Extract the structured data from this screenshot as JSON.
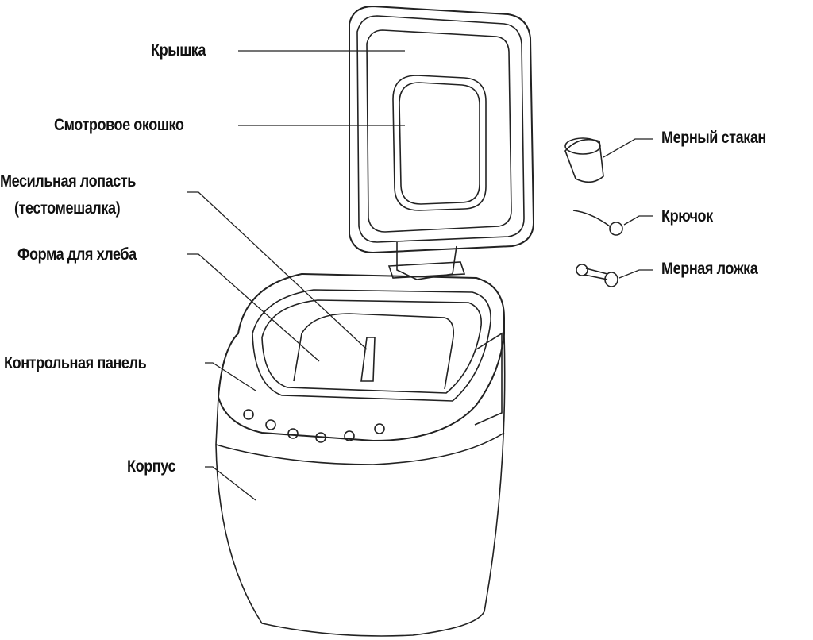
{
  "title": "Bread maker parts diagram",
  "labels": {
    "lid": "Крышка",
    "window": "Смотровое окошко",
    "paddle_line1": "Месильная лопасть",
    "paddle_line2": "(тестомешалка)",
    "pan": "Форма для хлеба",
    "control_panel": "Контрольная панель",
    "body": "Корпус",
    "measuring_cup": "Мерный стакан",
    "hook": "Крючок",
    "measuring_spoon": "Мерная ложка"
  }
}
